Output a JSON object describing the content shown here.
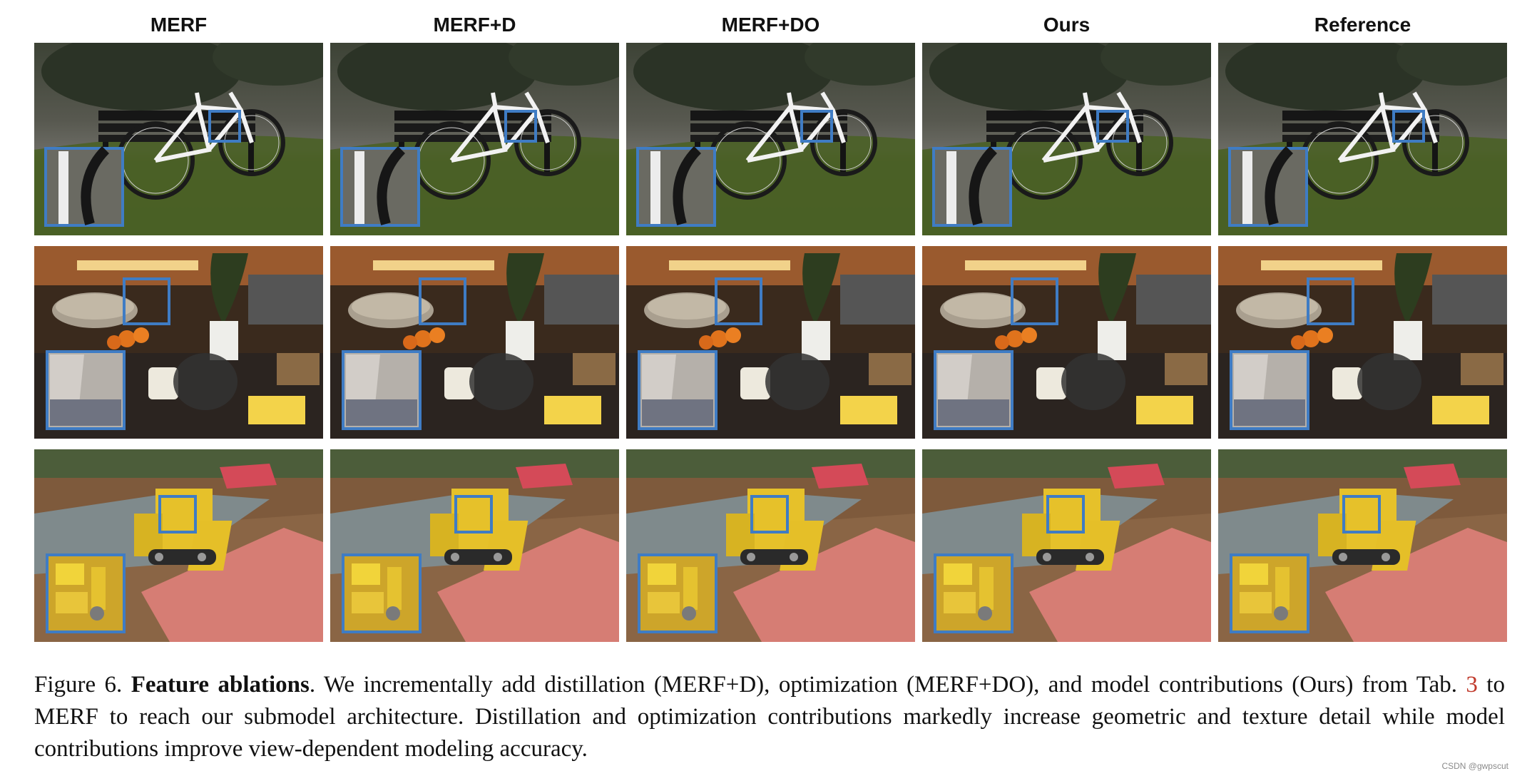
{
  "columns": [
    "MERF",
    "MERF+D",
    "MERF+DO",
    "Ours",
    "Reference"
  ],
  "caption": {
    "figure_label": "Figure 6.",
    "bold_title": "Feature ablations",
    "text_before_ref": ".  We incrementally add distillation (MERF+D), optimization (MERF+DO), and model contributions (Ours) from Tab. ",
    "ref": "3",
    "text_after_ref": " to MERF to reach our submodel architecture.  Distillation and optimization contributions markedly increase geometric and texture detail while model contributions improve view-dependent modeling accuracy."
  },
  "watermark": "CSDN @gwpscut",
  "colors": {
    "inset_border": "#3f7cc4",
    "reference_link": "#c0392b"
  }
}
